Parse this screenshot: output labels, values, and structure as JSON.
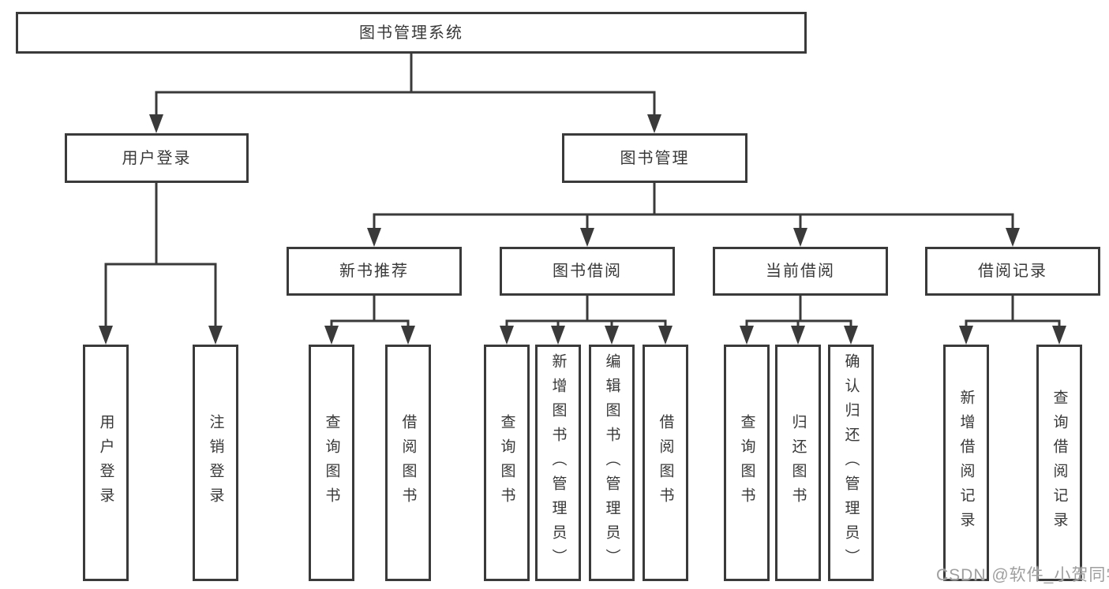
{
  "root": {
    "label": "图书管理系统"
  },
  "branches": [
    {
      "label": "用户登录",
      "children": [
        {
          "label": "用户登录"
        },
        {
          "label": "注销登录"
        }
      ]
    },
    {
      "label": "图书管理",
      "children": [
        {
          "label": "新书推荐",
          "children": [
            {
              "label": "查询图书"
            },
            {
              "label": "借阅图书"
            }
          ]
        },
        {
          "label": "图书借阅",
          "children": [
            {
              "label": "查询图书"
            },
            {
              "label": "新增图书（管理员）"
            },
            {
              "label": "编辑图书（管理员）"
            },
            {
              "label": "借阅图书"
            }
          ]
        },
        {
          "label": "当前借阅",
          "children": [
            {
              "label": "查询图书"
            },
            {
              "label": "归还图书"
            },
            {
              "label": "确认归还（管理员）"
            }
          ]
        },
        {
          "label": "借阅记录",
          "children": [
            {
              "label": "新增借阅记录"
            },
            {
              "label": "查询借阅记录"
            }
          ]
        }
      ]
    }
  ],
  "watermark": "CSDN @软件_小贺同学",
  "colors": {
    "background": "#ffffff",
    "line": "#3a3a3a",
    "text": "#383838",
    "watermark": "#9f9f9f"
  }
}
